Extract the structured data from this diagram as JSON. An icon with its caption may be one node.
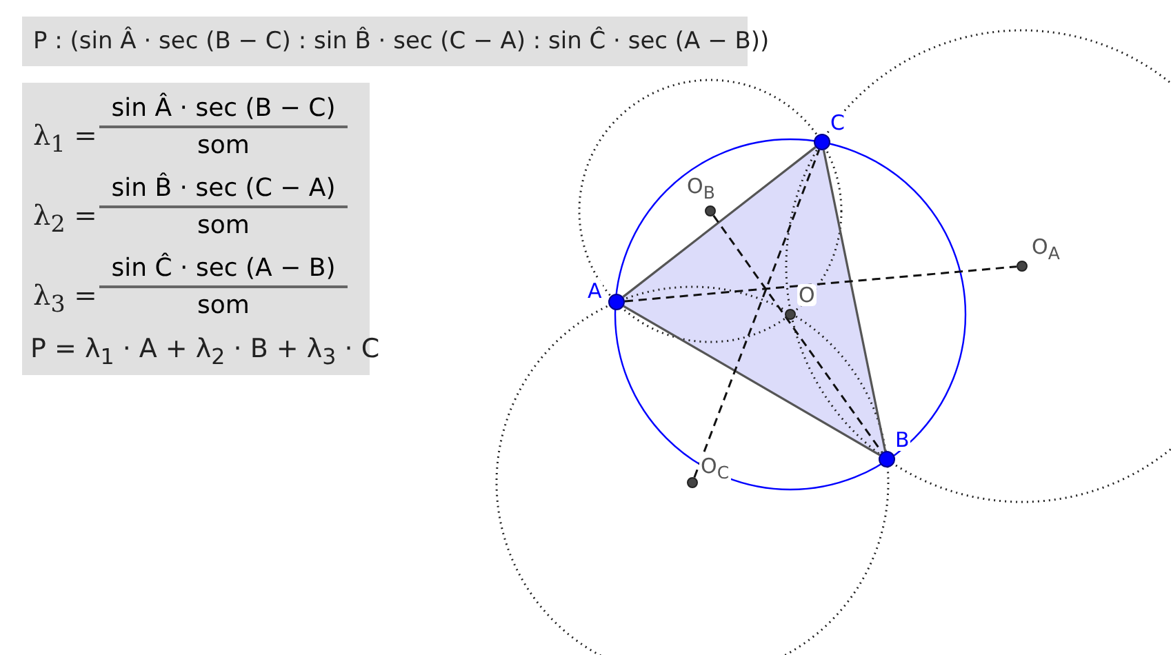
{
  "diagram": {
    "nodes": [
      {
        "text": [
          "A"
        ]
      },
      {
        "text": [
          "B"
        ]
      },
      {
        "text": [
          "C"
        ]
      },
      {
        "text": [
          "O"
        ]
      },
      {
        "text": [
          "O$_{A}$"
        ]
      },
      {
        "text": [
          "O$_{B}$"
        ]
      },
      {
        "text": [
          "O$_{C}$"
        ]
      }
    ],
    "edges": [
      {
        "from": 0,
        "to": 1,
        "arrow": "none"
      },
      {
        "from": 1,
        "to": 2,
        "arrow": "none"
      },
      {
        "from": 2,
        "to": 0,
        "arrow": "none"
      },
      {
        "from": 0,
        "to": 4,
        "arrow": "none",
        "style": "dashed"
      },
      {
        "from": 5,
        "to": 1,
        "arrow": "none",
        "style": "dashed"
      },
      {
        "from": 6,
        "to": 2,
        "arrow": "none",
        "style": "dashed"
      }
    ],
    "labels": [
      "P : (sin Â · sec (B − C) : sin B̂ · sec (C − A) : sin Ĉ · sec (A − B))",
      "λ$_{1}$ =",
      "sin Â · sec (B − C)",
      "som",
      "λ$_{2}$ =",
      "sin B̂ · sec (C − A)",
      "som",
      "λ$_{3}$ =",
      "sin Ĉ · sec (A − B)",
      "som",
      "P = λ$_{1}$ · A + λ$_{2}$ · B + λ$_{3}$ · C"
    ]
  }
}
